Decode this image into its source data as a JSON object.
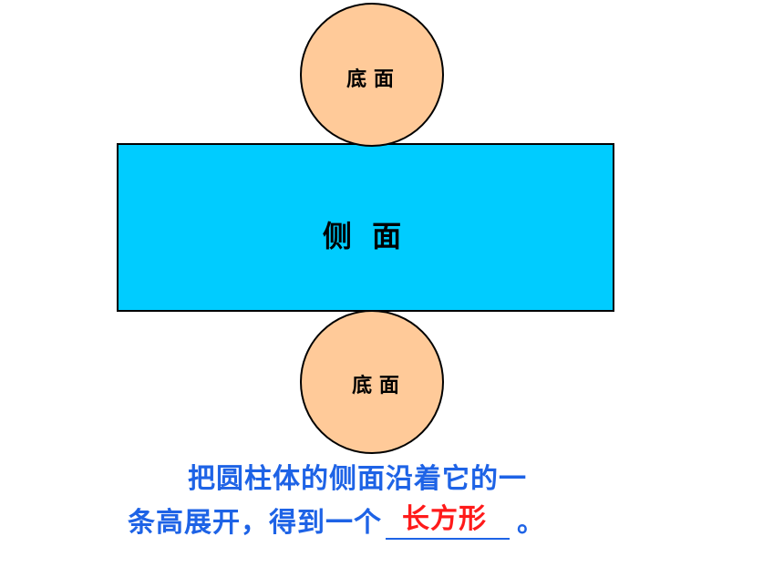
{
  "colors": {
    "circle_fill": "#FFCA99",
    "rect_fill": "#00CCFF",
    "outline": "#000000",
    "text_blue": "#1E63E6",
    "answer_red": "#FF1A1A"
  },
  "diagram": {
    "top_circle_label": "底 面",
    "side_label": "侧  面",
    "bottom_circle_label": "底 面"
  },
  "caption": {
    "line1": "把圆柱体的侧面沿着它的一",
    "line2_prefix": "条高展开，得到一个",
    "answer": "长方形",
    "line2_suffix": "。"
  }
}
